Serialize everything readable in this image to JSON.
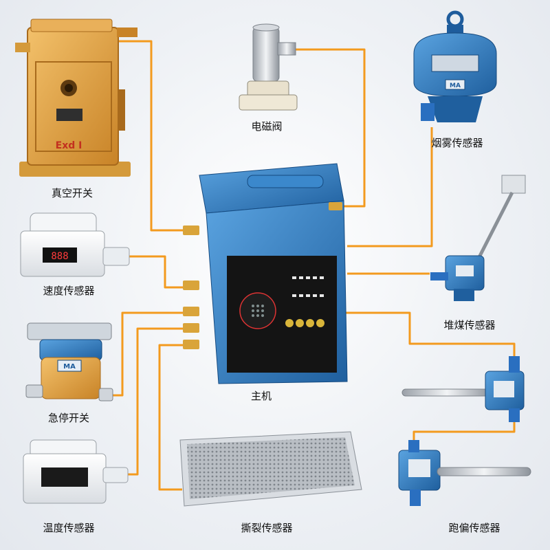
{
  "labels": {
    "vacuum_switch": "真空开关",
    "solenoid_valve": "电磁阀",
    "smoke_sensor": "烟雾传感器",
    "speed_sensor": "速度传感器",
    "coal_pile_sensor": "堆煤传感器",
    "emergency_stop": "急停开关",
    "host": "主机",
    "temperature_sensor": "温度传感器",
    "tear_sensor": "撕裂传感器",
    "deviation_sensor": "跑偏传感器"
  },
  "device_text": {
    "vacuum_plate": "Exd I",
    "speed_display": "888",
    "ma_mark": "MA"
  },
  "colors": {
    "wire": "#f39a1e",
    "host_blue": "#2f7fc2",
    "panel_black": "#141414",
    "vacuum_body": "#e8a744",
    "sensor_blue": "#2a6fc0"
  }
}
